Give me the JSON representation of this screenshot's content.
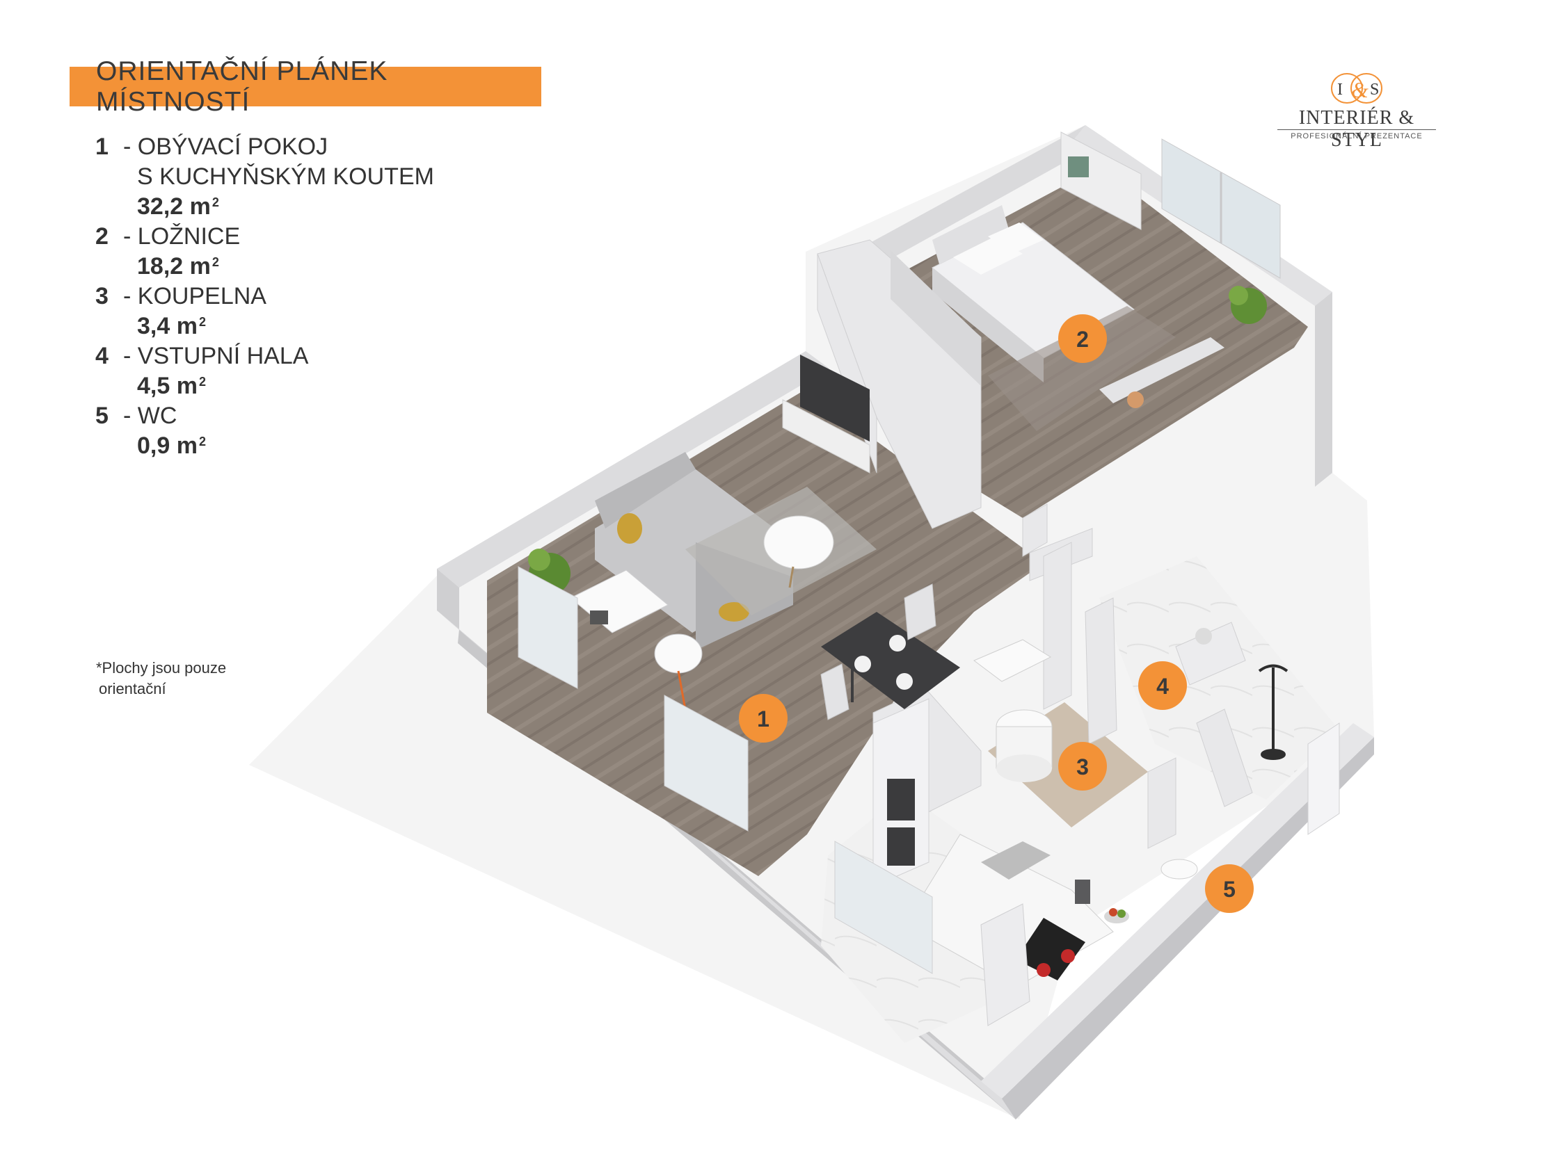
{
  "title": "ORIENTAČNÍ PLÁNEK MÍSTNOSTÍ",
  "colors": {
    "accent": "#f39237",
    "floor_wood": "#8b8076",
    "wall": "#e4e4e6",
    "tile": "#eeeeee"
  },
  "rooms": [
    {
      "num": "1",
      "name": "OBÝVACÍ POKOJ",
      "name2": "S KUCHYŇSKÝM KOUTEM",
      "area": "32,2 m",
      "unit_exp": "2"
    },
    {
      "num": "2",
      "name": "LOŽNICE",
      "area": "18,2 m",
      "unit_exp": "2"
    },
    {
      "num": "3",
      "name": "KOUPELNA",
      "area": "3,4 m",
      "unit_exp": "2"
    },
    {
      "num": "4",
      "name": "VSTUPNÍ HALA",
      "area": "4,5 m",
      "unit_exp": "2"
    },
    {
      "num": "5",
      "name": "WC",
      "area": "0,9 m",
      "unit_exp": "2"
    }
  ],
  "footnote": {
    "line1": "*Plochy jsou pouze",
    "line2": "orientační"
  },
  "logo": {
    "monogram_left": "I",
    "monogram_right": "S",
    "ampersand": "&",
    "name": "INTERIÉR & STYL",
    "subtitle": "PROFESIONÁLNÍ PREZENTACE"
  },
  "badges": [
    "1",
    "2",
    "3",
    "4",
    "5"
  ]
}
